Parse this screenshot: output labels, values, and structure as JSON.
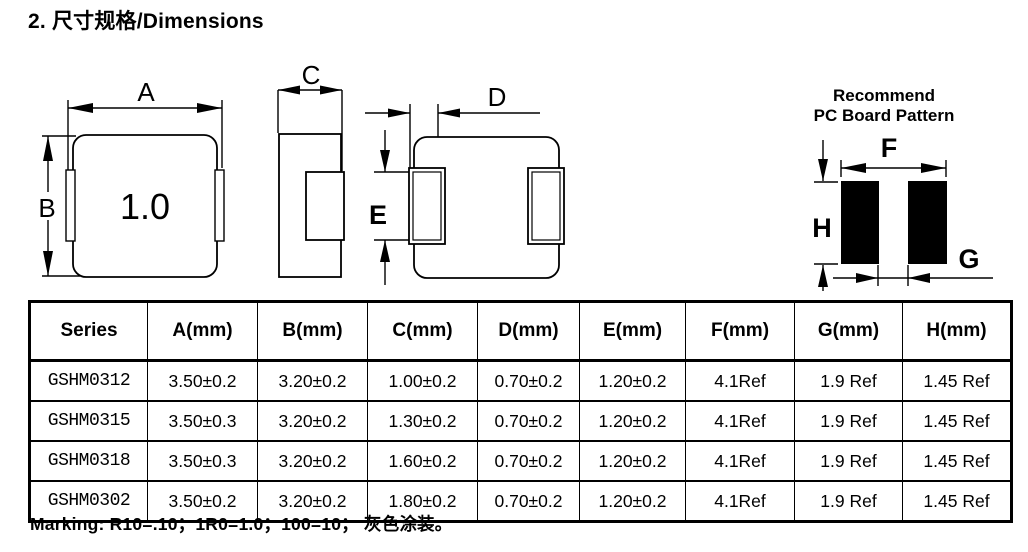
{
  "page": {
    "title": "2.  尺寸规格/Dimensions",
    "marking_note": "Marking: R10=.10；1R0=1.0；100=10； 灰色涂装。"
  },
  "diagram": {
    "labels": {
      "a": "A",
      "b": "B",
      "c": "C",
      "d": "D",
      "e": "E",
      "f": "F",
      "g": "G",
      "h": "H"
    },
    "body_marking": "1.0",
    "pcb_title_line1": "Recommend",
    "pcb_title_line2": "PC Board Pattern",
    "line_color": "#000000",
    "pad_color": "#000000"
  },
  "table": {
    "headers": [
      "Series",
      "A(mm)",
      "B(mm)",
      "C(mm)",
      "D(mm)",
      "E(mm)",
      "F(mm)",
      "G(mm)",
      "H(mm)"
    ],
    "rows": [
      [
        "GSHM0312",
        "3.50±0.2",
        "3.20±0.2",
        "1.00±0.2",
        "0.70±0.2",
        "1.20±0.2",
        "4.1Ref",
        "1.9 Ref",
        "1.45 Ref"
      ],
      [
        "GSHM0315",
        "3.50±0.3",
        "3.20±0.2",
        "1.30±0.2",
        "0.70±0.2",
        "1.20±0.2",
        "4.1Ref",
        "1.9 Ref",
        "1.45 Ref"
      ],
      [
        "GSHM0318",
        "3.50±0.3",
        "3.20±0.2",
        "1.60±0.2",
        "0.70±0.2",
        "1.20±0.2",
        "4.1Ref",
        "1.9 Ref",
        "1.45 Ref"
      ],
      [
        "GSHM0302",
        "3.50±0.2",
        "3.20±0.2",
        "1.80±0.2",
        "0.70±0.2",
        "1.20±0.2",
        "4.1Ref",
        "1.9 Ref",
        "1.45 Ref"
      ]
    ]
  }
}
